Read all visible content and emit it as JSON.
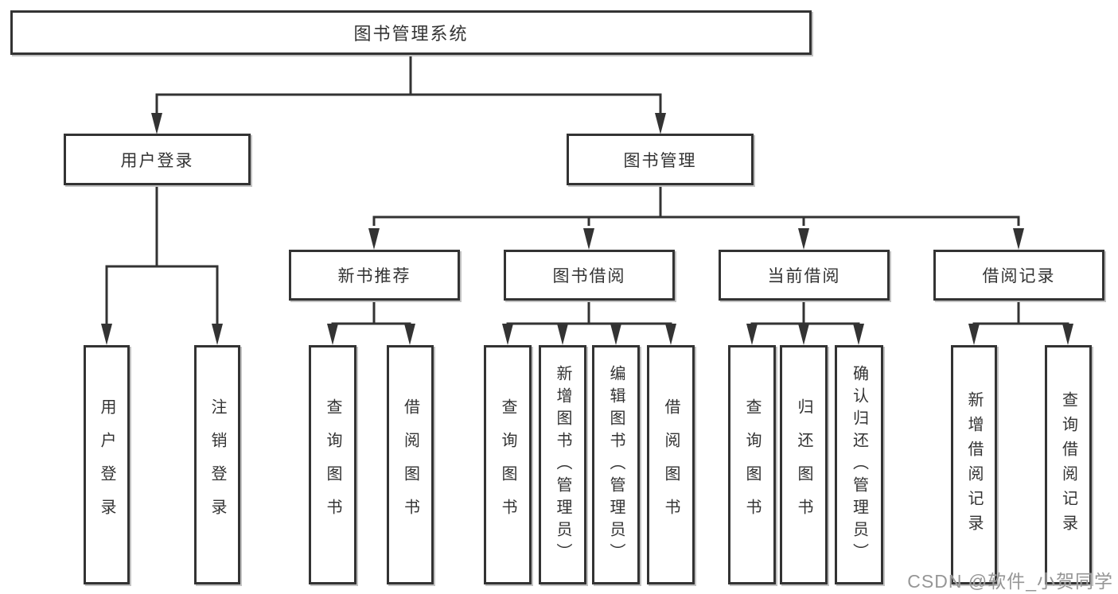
{
  "tree": {
    "root": {
      "label": "图书管理系统"
    },
    "level2": [
      {
        "label": "用户登录",
        "children": [
          {
            "label": "用户登录"
          },
          {
            "label": "注销登录"
          }
        ]
      },
      {
        "label": "图书管理",
        "children": [
          {
            "label": "新书推荐",
            "children": [
              {
                "label": "查询图书"
              },
              {
                "label": "借阅图书"
              }
            ]
          },
          {
            "label": "图书借阅",
            "children": [
              {
                "label": "查询图书"
              },
              {
                "label": "新增图书（管理员）"
              },
              {
                "label": "编辑图书（管理员）"
              },
              {
                "label": "借阅图书"
              }
            ]
          },
          {
            "label": "当前借阅",
            "children": [
              {
                "label": "查询图书"
              },
              {
                "label": "归还图书"
              },
              {
                "label": "确认归还（管理员）"
              }
            ]
          },
          {
            "label": "借阅记录",
            "children": [
              {
                "label": "新增借阅记录"
              },
              {
                "label": "查询借阅记录"
              }
            ]
          }
        ]
      }
    ]
  },
  "watermark": {
    "text": "CSDN @软件_小贺同学",
    "color": "#969696"
  },
  "colors": {
    "line": "#333333",
    "text": "#333333",
    "background": "#ffffff",
    "box_fill": "#ffffff"
  }
}
